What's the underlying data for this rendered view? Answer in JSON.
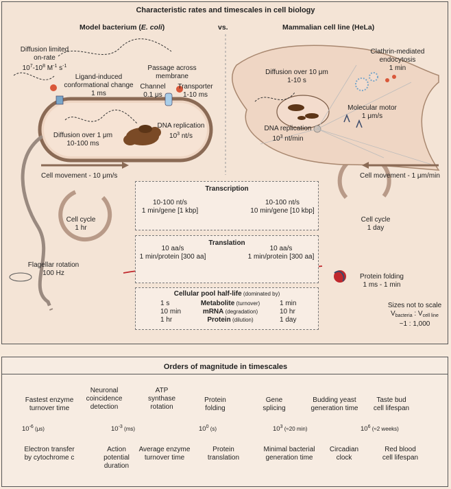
{
  "top": {
    "title": "Characteristic rates and timescales in cell biology",
    "left_heading": "Model bacterium (",
    "left_heading_italic": "E. coli",
    "left_heading_end": ")",
    "vs": "vs.",
    "right_heading": "Mammalian cell line (HeLa)"
  },
  "bacterium": {
    "diffusion_onrate_1": "Diffusion limited",
    "diffusion_onrate_2": "on-rate",
    "diffusion_onrate_3": "10",
    "diffusion_onrate_3_sup1": "7",
    "diffusion_onrate_3_mid": "-10",
    "diffusion_onrate_3_sup2": "8",
    "diffusion_onrate_3_end": " M",
    "diffusion_onrate_3_sup3": "-1",
    "diffusion_onrate_3_s": " s",
    "diffusion_onrate_3_sup4": "-1",
    "ligand_1": "Ligand-induced",
    "ligand_2": "conformational change",
    "ligand_3": "1 ms",
    "passage_1": "Passage across",
    "passage_2": "membrane",
    "channel_1": "Channel",
    "channel_2": "0.1 μs",
    "transporter_1": "Transporter",
    "transporter_2": "1-10 ms",
    "diffusion_1": "Diffusion over 1 μm",
    "diffusion_2": "10-100 ms",
    "dna_rep_1": "DNA replication",
    "dna_rep_2a": "10",
    "dna_rep_2sup": "3",
    "dna_rep_2b": " nt/s",
    "cell_movement": "Cell movement - 10 μm/s",
    "cell_cycle_1": "Cell cycle",
    "cell_cycle_2": "1 hr",
    "flagellar_1": "Flagellar rotation",
    "flagellar_2": "100 Hz"
  },
  "hela": {
    "clathrin_1": "Clathrin-mediated",
    "clathrin_2": "endocytosis",
    "clathrin_3": "1 min",
    "diffusion_1": "Diffusion over 10 μm",
    "diffusion_2": "1-10 s",
    "motor_1": "Molecular motor",
    "motor_2": "1 μm/s",
    "dna_rep_1": "DNA replication",
    "dna_rep_2a": "10",
    "dna_rep_2sup": "3",
    "dna_rep_2b": " nt/min",
    "cell_movement": "Cell movement - 1 μm/min",
    "cell_cycle_1": "Cell cycle",
    "cell_cycle_2": "1 day",
    "protein_folding_1": "Protein folding",
    "protein_folding_2": "1 ms - 1 min"
  },
  "transcription": {
    "title": "Transcription",
    "left_1": "10-100 nt/s",
    "left_2": "1 min/gene [1 kbp]",
    "right_1": "10-100 nt/s",
    "right_2": "10 min/gene [10 kbp]"
  },
  "translation": {
    "title": "Translation",
    "left_1": "10 aa/s",
    "left_2": "1 min/protein [300 aa]",
    "right_1": "10 aa/s",
    "right_2": "1 min/protein [300 aa]"
  },
  "pool": {
    "title": "Cellular pool half-life",
    "title_note": " (dominated by)",
    "rows": [
      {
        "left": "1 s",
        "name": "Metabolite",
        "note": " (turnover)",
        "right": "1 min"
      },
      {
        "left": "10 min",
        "name": "mRNA",
        "note": " (degradation)",
        "right": "10 hr"
      },
      {
        "left": "1 hr",
        "name": "Protein",
        "note": " (dilution)",
        "right": "1 day"
      }
    ]
  },
  "scale_note": {
    "line1": "Sizes not to scale",
    "line2_a": "V",
    "line2_sub1": "bacteria",
    "line2_b": " : V",
    "line2_sub2": "cell line",
    "line3": "~1 : 1,000"
  },
  "bottom": {
    "title": "Orders of magnitude in timescales",
    "above": [
      {
        "l1": "Fastest enzyme",
        "l2": "turnover time",
        "l3": ""
      },
      {
        "l1": "Neuronal",
        "l2": "coincidence",
        "l3": "detection"
      },
      {
        "l1": "ATP",
        "l2": "synthase",
        "l3": "rotation"
      },
      {
        "l1": "Protein",
        "l2": "folding",
        "l3": ""
      },
      {
        "l1": "Gene",
        "l2": "splicing",
        "l3": ""
      },
      {
        "l1": "Budding yeast",
        "l2": "generation time",
        "l3": ""
      },
      {
        "l1": "Taste bud",
        "l2": "cell lifespan",
        "l3": ""
      }
    ],
    "below": [
      {
        "l1": "Electron transfer",
        "l2": "by cytochrome c",
        "l3": ""
      },
      {
        "l1": "Action",
        "l2": "potential",
        "l3": "duration"
      },
      {
        "l1": "Average enzyme",
        "l2": "turnover time",
        "l3": ""
      },
      {
        "l1": "Protein",
        "l2": "translation",
        "l3": ""
      },
      {
        "l1": "Minimal bacterial",
        "l2": "generation time",
        "l3": ""
      },
      {
        "l1": "Circadian",
        "l2": "clock",
        "l3": ""
      },
      {
        "l1": "Red blood",
        "l2": "cell lifespan",
        "l3": ""
      }
    ],
    "ticks": [
      {
        "base": "10",
        "exp": "-6",
        "note": " (μs)"
      },
      {
        "base": "10",
        "exp": "-3",
        "note": " (ms)"
      },
      {
        "base": "10",
        "exp": "0",
        "note": " (s)"
      },
      {
        "base": "10",
        "exp": "3",
        "note": " (≈20 min)"
      },
      {
        "base": "10",
        "exp": "6",
        "note": " (≈2 weeks)"
      }
    ]
  },
  "colors": {
    "brown": "#8a5a3a",
    "arrow_blue": "#5aa9d8",
    "red_strand": "#c0282d",
    "membrane": "#e9c9b0"
  }
}
